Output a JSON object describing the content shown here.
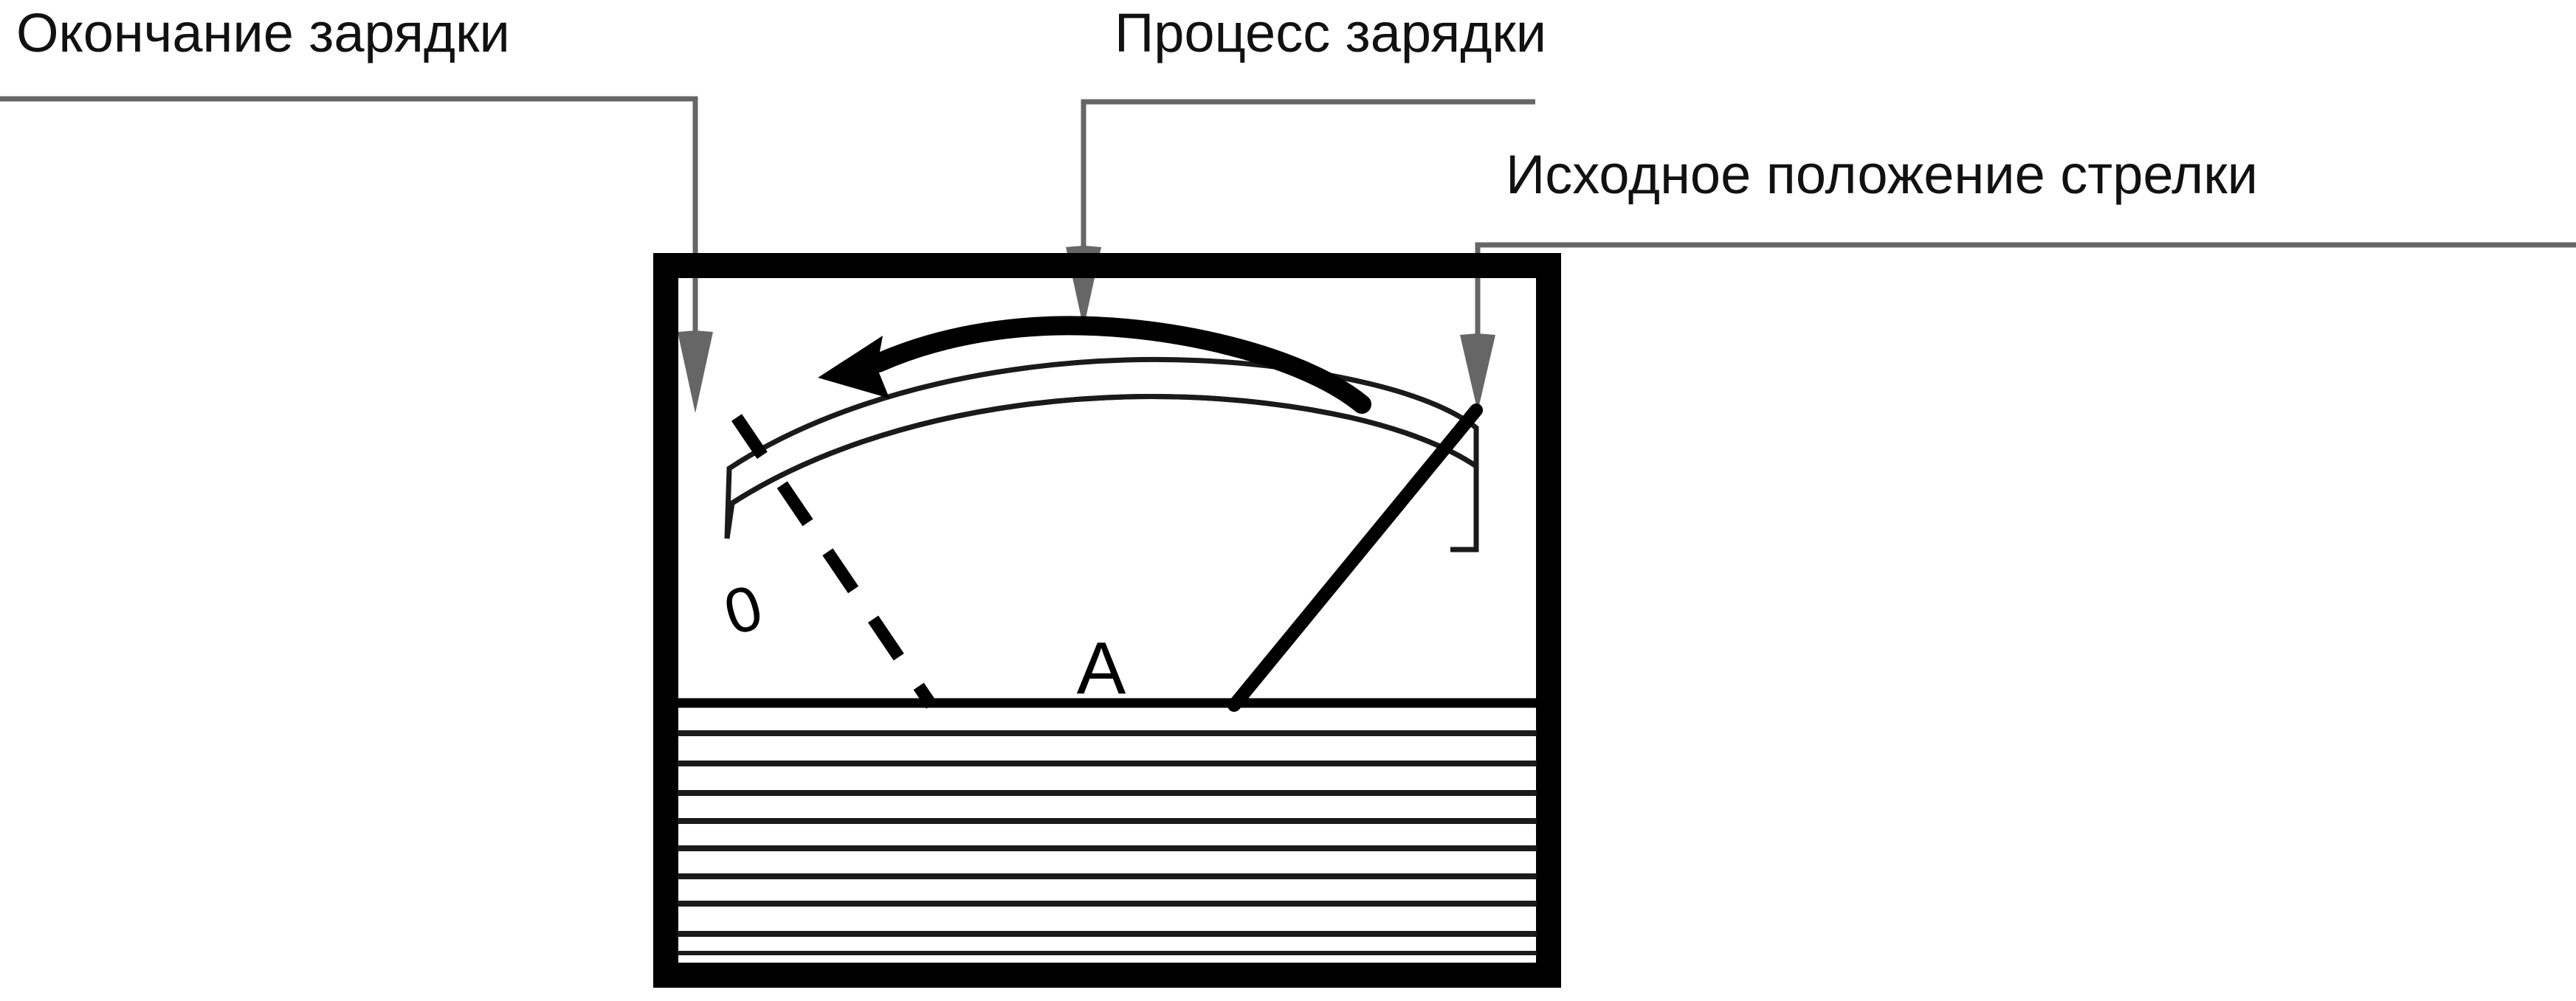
{
  "diagram": {
    "title": "Ammeter charging indication diagram",
    "colors": {
      "ink": "#111111",
      "leader": "#666666",
      "frame": "#000000",
      "background": "#ffffff"
    },
    "callouts": [
      {
        "id": "charging-end",
        "label": "Окончание зарядки",
        "target": "dashed-needle-position"
      },
      {
        "id": "charging-process",
        "label": "Процесс зарядки",
        "target": "curved-motion-arrow"
      },
      {
        "id": "initial-position",
        "label": "Исходное положение стрелки",
        "target": "solid-needle"
      }
    ],
    "meter": {
      "scale_zero_label": "0",
      "unit_label": "A",
      "vent_line_count": 9
    }
  }
}
